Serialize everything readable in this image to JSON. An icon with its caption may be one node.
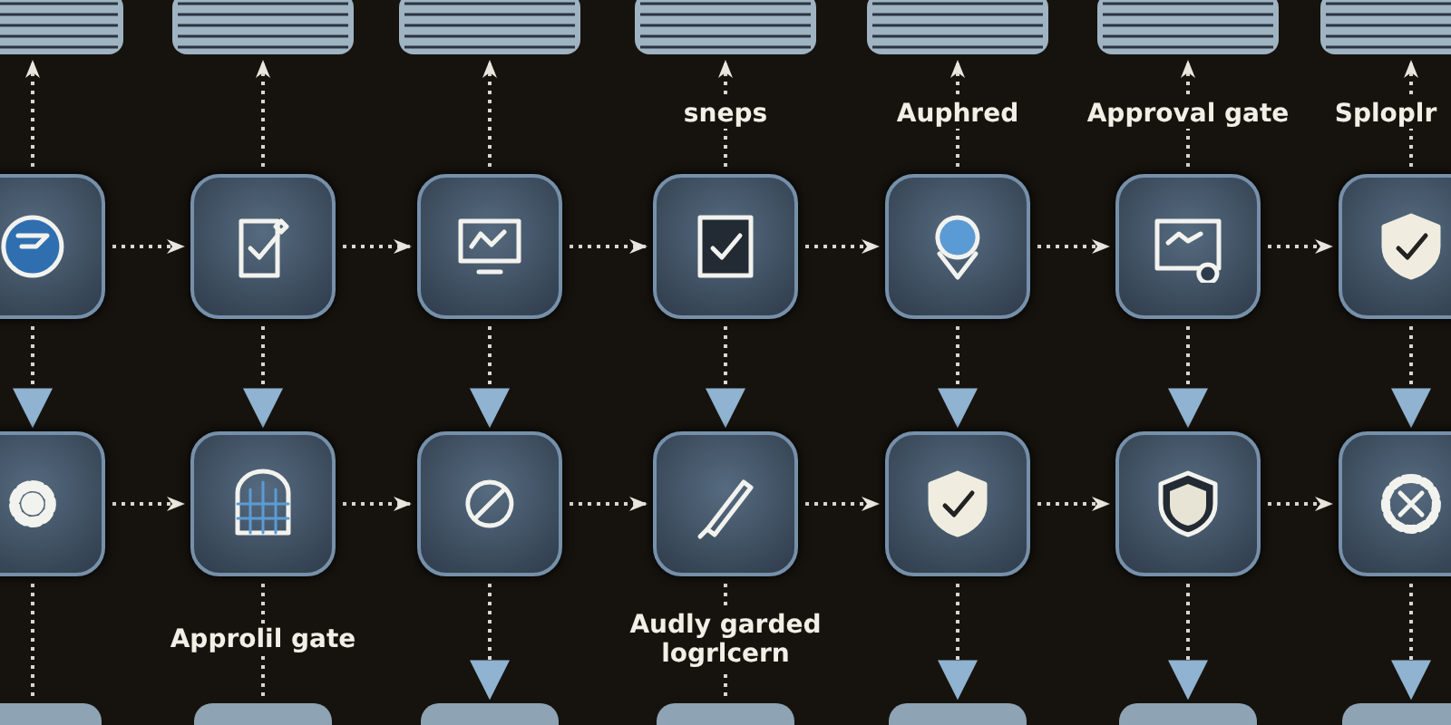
{
  "diagram": {
    "nodes": [
      {
        "text": [],
        "shape": "box"
      },
      {
        "text": [],
        "shape": "box"
      },
      {
        "text": [],
        "shape": "box"
      },
      {
        "text": [],
        "shape": "box"
      },
      {
        "text": [],
        "shape": "box"
      },
      {
        "text": [],
        "shape": "box"
      },
      {
        "text": [],
        "shape": "box"
      },
      {
        "text": [],
        "shape": "box"
      },
      {
        "text": [],
        "shape": "box"
      },
      {
        "text": [],
        "shape": "box"
      },
      {
        "text": [],
        "shape": "box"
      },
      {
        "text": [],
        "shape": "box"
      },
      {
        "text": [],
        "shape": "box"
      },
      {
        "text": [],
        "shape": "box"
      },
      {
        "text": [],
        "shape": "box"
      },
      {
        "text": [],
        "shape": "box"
      },
      {
        "text": [],
        "shape": "box"
      },
      {
        "text": [],
        "shape": "box"
      },
      {
        "text": [],
        "shape": "box"
      },
      {
        "text": [],
        "shape": "box"
      },
      {
        "text": [],
        "shape": "box"
      },
      {
        "text": [],
        "shape": "box"
      },
      {
        "text": [],
        "shape": "box"
      },
      {
        "text": [],
        "shape": "box"
      },
      {
        "text": [],
        "shape": "box"
      },
      {
        "text": [],
        "shape": "box"
      },
      {
        "text": [],
        "shape": "box"
      },
      {
        "text": [],
        "shape": "box"
      }
    ],
    "edges": [
      {
        "from": 7,
        "to": 0,
        "arrow": "to"
      },
      {
        "from": 8,
        "to": 1,
        "arrow": "to"
      },
      {
        "from": 9,
        "to": 2,
        "arrow": "to"
      },
      {
        "from": 10,
        "to": 3,
        "arrow": "to",
        "label": "sneps"
      },
      {
        "from": 11,
        "to": 4,
        "arrow": "to",
        "label": "Auphred"
      },
      {
        "from": 12,
        "to": 5,
        "arrow": "to",
        "label": "Approval gate"
      },
      {
        "from": 13,
        "to": 6,
        "arrow": "to",
        "label": "Sploplr"
      },
      {
        "from": 7,
        "to": 8,
        "arrow": "to"
      },
      {
        "from": 8,
        "to": 9,
        "arrow": "to"
      },
      {
        "from": 9,
        "to": 10,
        "arrow": "to"
      },
      {
        "from": 10,
        "to": 11,
        "arrow": "to"
      },
      {
        "from": 11,
        "to": 12,
        "arrow": "to"
      },
      {
        "from": 12,
        "to": 13,
        "arrow": "to"
      },
      {
        "from": 7,
        "to": 14,
        "arrow": "to"
      },
      {
        "from": 8,
        "to": 15,
        "arrow": "to"
      },
      {
        "from": 9,
        "to": 16,
        "arrow": "to"
      },
      {
        "from": 10,
        "to": 17,
        "arrow": "to"
      },
      {
        "from": 11,
        "to": 18,
        "arrow": "to"
      },
      {
        "from": 12,
        "to": 19,
        "arrow": "to"
      },
      {
        "from": 13,
        "to": 20,
        "arrow": "to"
      },
      {
        "from": 14,
        "to": 15,
        "arrow": "to"
      },
      {
        "from": 15,
        "to": 16,
        "arrow": "to"
      },
      {
        "from": 16,
        "to": 17,
        "arrow": "to"
      },
      {
        "from": 17,
        "to": 18,
        "arrow": "to"
      },
      {
        "from": 18,
        "to": 19,
        "arrow": "to"
      },
      {
        "from": 19,
        "to": 20,
        "arrow": "to"
      },
      {
        "from": 14,
        "to": 21,
        "arrow": "none"
      },
      {
        "from": 15,
        "to": 22,
        "arrow": "none",
        "label": "Approlil gate"
      },
      {
        "from": 16,
        "to": 23,
        "arrow": "to"
      },
      {
        "from": 17,
        "to": 24,
        "arrow": "none",
        "label": "Audly garded logrlcern"
      },
      {
        "from": 18,
        "to": 25,
        "arrow": "to"
      },
      {
        "from": 19,
        "to": 26,
        "arrow": "to"
      },
      {
        "from": 20,
        "to": 27,
        "arrow": "to"
      }
    ]
  }
}
